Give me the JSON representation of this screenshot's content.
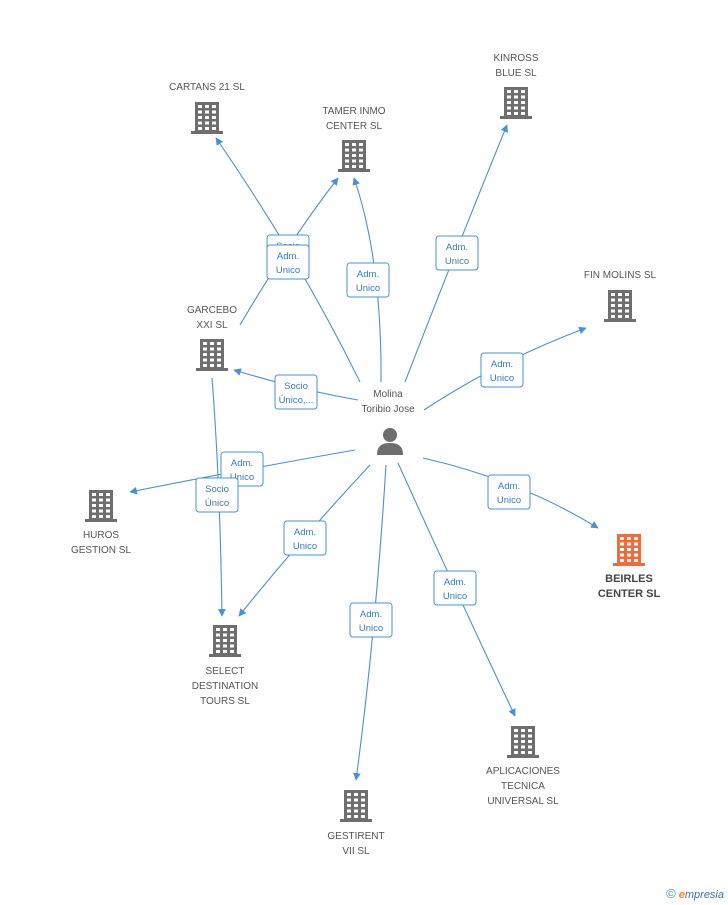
{
  "center": {
    "label": [
      "Molina",
      "Toribio Jose"
    ]
  },
  "colors": {
    "edge": "#4a90d9",
    "building": "#6e6e6e",
    "highlight": "#f26b3a",
    "person": "#6e6e6e"
  },
  "nodes": [
    {
      "id": "cartans",
      "label": [
        "CARTANS 21 SL"
      ]
    },
    {
      "id": "tamer",
      "label": [
        "TAMER INMO",
        "CENTER  SL"
      ]
    },
    {
      "id": "kinross",
      "label": [
        "KINROSS",
        "BLUE SL"
      ]
    },
    {
      "id": "finmolins",
      "label": [
        "FIN MOLINS SL"
      ]
    },
    {
      "id": "garcebo",
      "label": [
        "GARCEBO",
        "XXI  SL"
      ]
    },
    {
      "id": "huros",
      "label": [
        "HUROS",
        "GESTION SL"
      ]
    },
    {
      "id": "beirles",
      "label": [
        "BEIRLES",
        "CENTER SL"
      ],
      "highlight": true
    },
    {
      "id": "select",
      "label": [
        "SELECT",
        "DESTINATION",
        "TOURS SL"
      ]
    },
    {
      "id": "aplicaciones",
      "label": [
        "APLICACIONES",
        "TECNICA",
        "UNIVERSAL SL"
      ]
    },
    {
      "id": "gestirent",
      "label": [
        "GESTIRENT",
        "VII SL"
      ]
    }
  ],
  "edges": [
    {
      "to": "cartans",
      "label": [
        "Socio",
        "Único"
      ]
    },
    {
      "to": "tamer",
      "label": [
        "Adm.",
        "Unico"
      ]
    },
    {
      "to": "tamer",
      "label": [
        "Adm.",
        "Unico"
      ]
    },
    {
      "to": "kinross",
      "label": [
        "Adm.",
        "Unico"
      ]
    },
    {
      "to": "finmolins",
      "label": [
        "Adm.",
        "Unico"
      ]
    },
    {
      "to": "garcebo",
      "label": [
        "Socio",
        "Único,..."
      ]
    },
    {
      "to": "huros",
      "label": [
        "Adm.",
        "Unico"
      ]
    },
    {
      "to": "beirles",
      "label": [
        "Adm.",
        "Unico"
      ]
    },
    {
      "to": "select",
      "label": [
        "Adm.",
        "Unico"
      ]
    },
    {
      "to": "select",
      "label": [
        "Socio",
        "Único"
      ]
    },
    {
      "to": "aplicaciones",
      "label": [
        "Adm.",
        "Unico"
      ]
    },
    {
      "to": "gestirent",
      "label": [
        "Adm.",
        "Unico"
      ]
    }
  ],
  "brand": {
    "copyright": "©",
    "e": "e",
    "rest": "mpresia"
  }
}
